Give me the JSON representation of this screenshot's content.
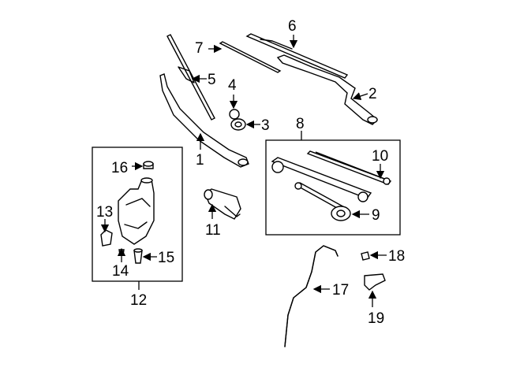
{
  "diagram": {
    "title": "Wiper & washer components",
    "callouts": {
      "c1": "1",
      "c2": "2",
      "c3": "3",
      "c4": "4",
      "c5": "5",
      "c6": "6",
      "c7": "7",
      "c8": "8",
      "c9": "9",
      "c10": "10",
      "c11": "11",
      "c12": "12",
      "c13": "13",
      "c14": "14",
      "c15": "15",
      "c16": "16",
      "c17": "17",
      "c18": "18",
      "c19": "19"
    }
  }
}
